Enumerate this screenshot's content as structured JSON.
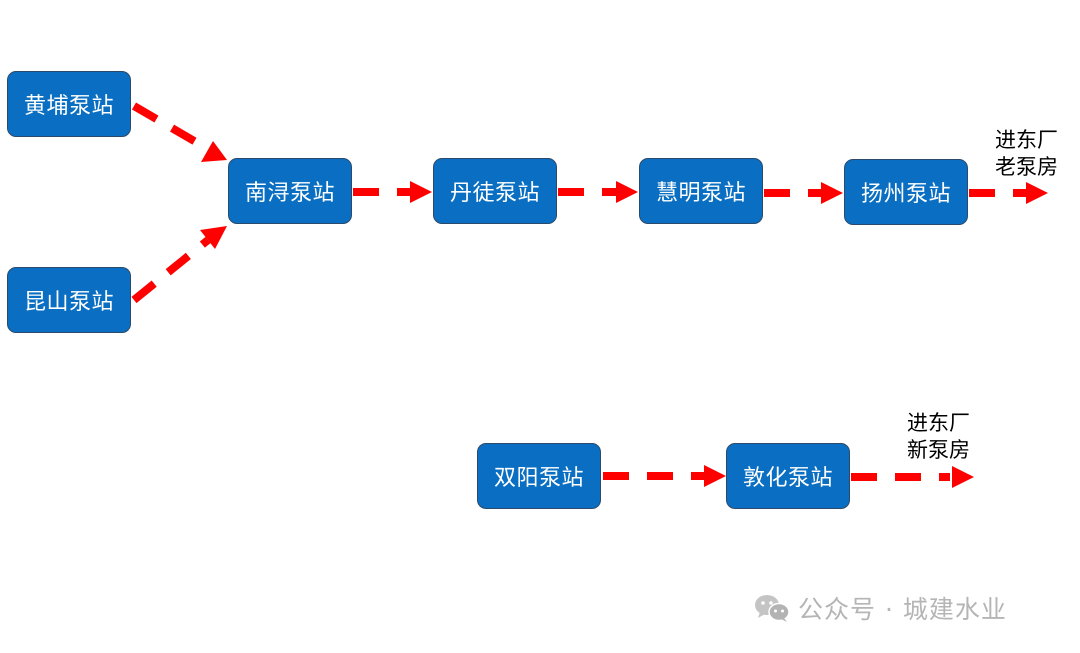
{
  "diagram": {
    "nodes": [
      {
        "id": "huangpu",
        "label": "黄埔泵站"
      },
      {
        "id": "kunshan",
        "label": "昆山泵站"
      },
      {
        "id": "nanxun",
        "label": "南浔泵站"
      },
      {
        "id": "dantu",
        "label": "丹徒泵站"
      },
      {
        "id": "huiming",
        "label": "慧明泵站"
      },
      {
        "id": "yangzhou",
        "label": "扬州泵站"
      },
      {
        "id": "shuangyang",
        "label": "双阳泵站"
      },
      {
        "id": "dunhua",
        "label": "敦化泵站"
      }
    ],
    "destinations": [
      {
        "id": "old",
        "line1": "进东厂",
        "line2": "老泵房"
      },
      {
        "id": "new",
        "line1": "进东厂",
        "line2": "新泵房"
      }
    ],
    "edges": [
      {
        "from": "huangpu",
        "to": "nanxun"
      },
      {
        "from": "kunshan",
        "to": "nanxun"
      },
      {
        "from": "nanxun",
        "to": "dantu"
      },
      {
        "from": "dantu",
        "to": "huiming"
      },
      {
        "from": "huiming",
        "to": "yangzhou"
      },
      {
        "from": "yangzhou",
        "to": "old"
      },
      {
        "from": "shuangyang",
        "to": "dunhua"
      },
      {
        "from": "dunhua",
        "to": "new"
      }
    ],
    "colors": {
      "node_fill": "#0a6fc2",
      "node_border": "#2b4a6b",
      "arrow": "#ff0000"
    }
  },
  "watermark": {
    "icon": "wechat-icon",
    "text": "公众号 · 城建水业"
  }
}
